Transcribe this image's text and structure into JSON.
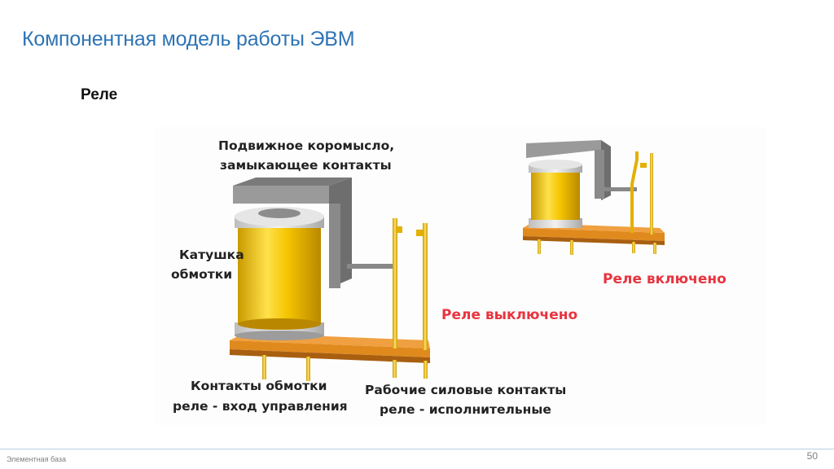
{
  "slide": {
    "title": "Компонентная модель работы ЭВМ",
    "heading": "Реле"
  },
  "figure": {
    "label_armature_line1": "Подвижное коромысло,",
    "label_armature_line2": "замыкающее контакты",
    "label_coil_line1": "Катушка",
    "label_coil_line2": "обмотки",
    "label_coil_contacts_line1": "Контакты обмотки",
    "label_coil_contacts_line2": "реле - вход управления",
    "label_power_contacts_line1": "Рабочие силовые контакты",
    "label_power_contacts_line2": "реле - исполнительные",
    "state_off": "Реле выключено",
    "state_on": "Реле включено",
    "colors": {
      "coil": "#f5c400",
      "armature": "#8a8a8a",
      "base": "#e08a1e",
      "state_label": "#e8343f"
    }
  },
  "footer": {
    "text": "Элементная база",
    "page": "50"
  }
}
